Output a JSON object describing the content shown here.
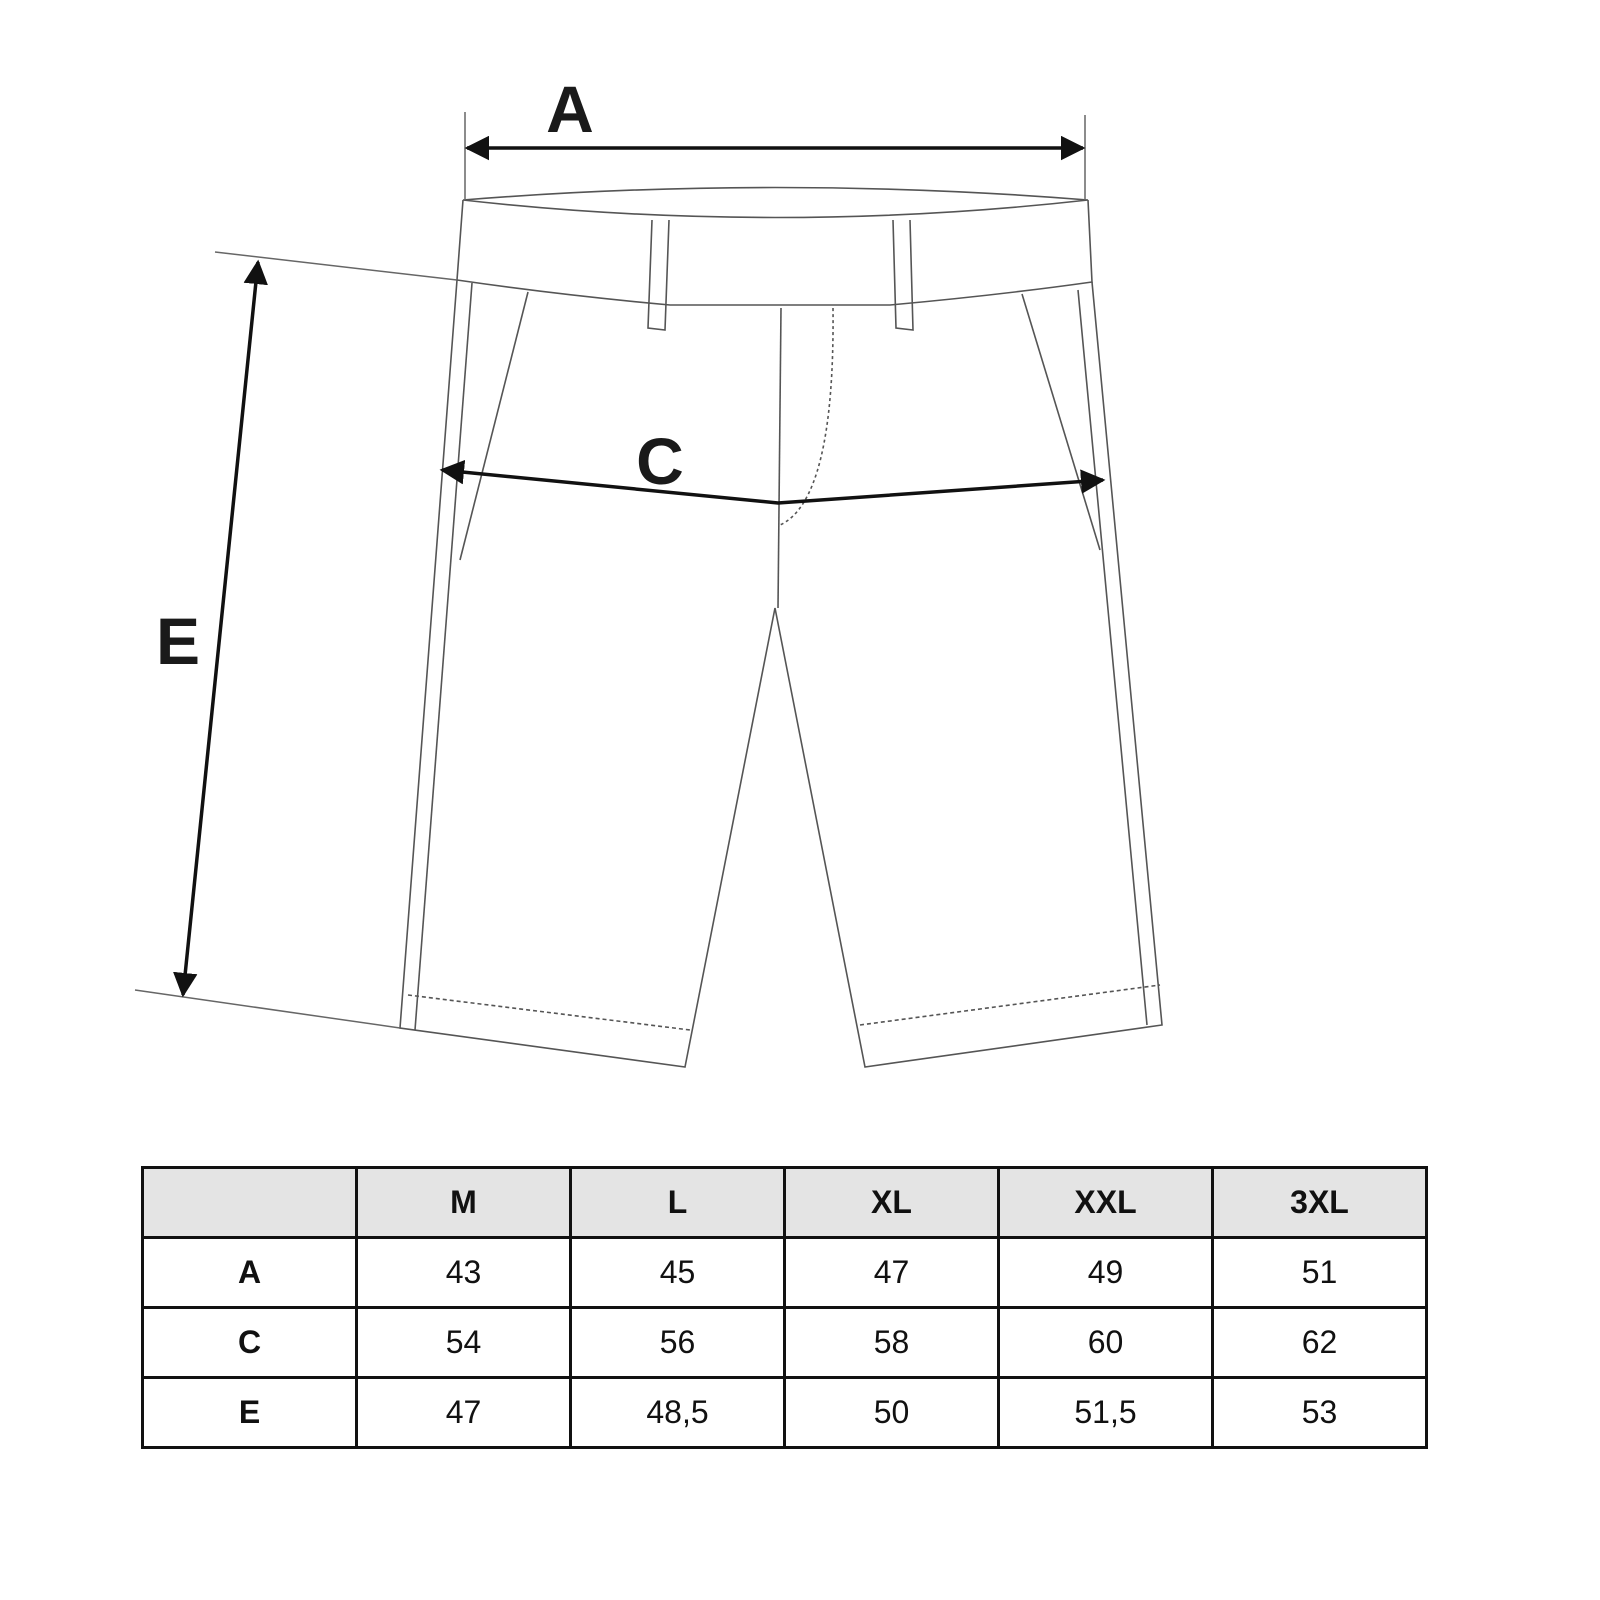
{
  "diagram": {
    "labels": {
      "a": "A",
      "c": "C",
      "e": "E"
    }
  },
  "table": {
    "headers": [
      "",
      "M",
      "L",
      "XL",
      "XXL",
      "3XL"
    ],
    "rows": [
      {
        "label": "A",
        "values": [
          "43",
          "45",
          "47",
          "49",
          "51"
        ]
      },
      {
        "label": "C",
        "values": [
          "54",
          "56",
          "58",
          "60",
          "62"
        ]
      },
      {
        "label": "E",
        "values": [
          "47",
          "48,5",
          "50",
          "51,5",
          "53"
        ]
      }
    ]
  }
}
